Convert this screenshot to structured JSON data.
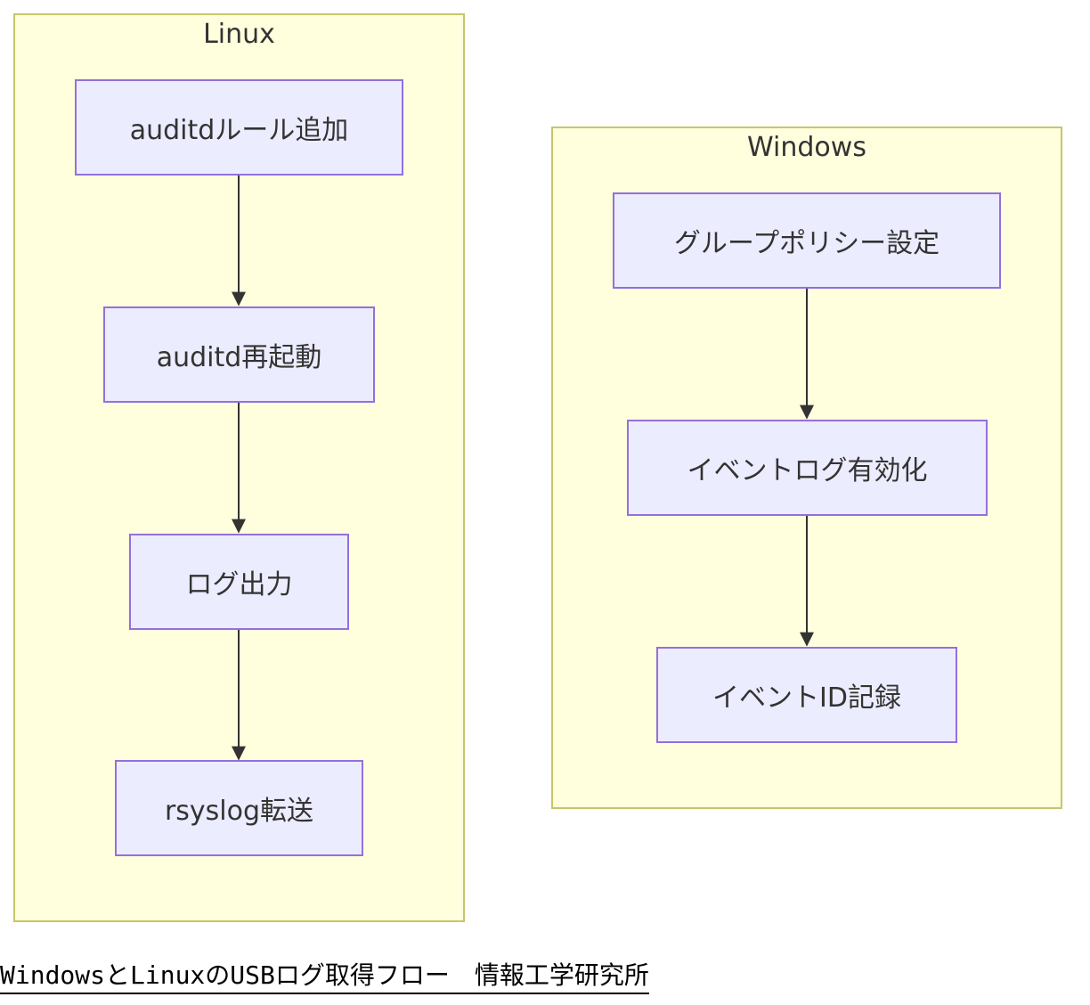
{
  "diagram": {
    "clusters": [
      {
        "id": "linux",
        "title": "Linux",
        "nodes": [
          "auditdルール追加",
          "auditd再起動",
          "ログ出力",
          "rsyslog転送"
        ]
      },
      {
        "id": "windows",
        "title": "Windows",
        "nodes": [
          "グループポリシー設定",
          "イベントログ有効化",
          "イベントID記録"
        ]
      }
    ],
    "edges": [
      {
        "from": "auditdルール追加",
        "to": "auditd再起動"
      },
      {
        "from": "auditd再起動",
        "to": "ログ出力"
      },
      {
        "from": "ログ出力",
        "to": "rsyslog転送"
      },
      {
        "from": "グループポリシー設定",
        "to": "イベントログ有効化"
      },
      {
        "from": "イベントログ有効化",
        "to": "イベントID記録"
      }
    ]
  },
  "caption": "WindowsとLinuxのUSBログ取得フロー　情報工学研究所",
  "colors": {
    "cluster_fill": "#ffffde",
    "cluster_border": "#c6c66a",
    "node_fill": "#ececff",
    "node_border": "#9370db",
    "edge": "#333333"
  }
}
